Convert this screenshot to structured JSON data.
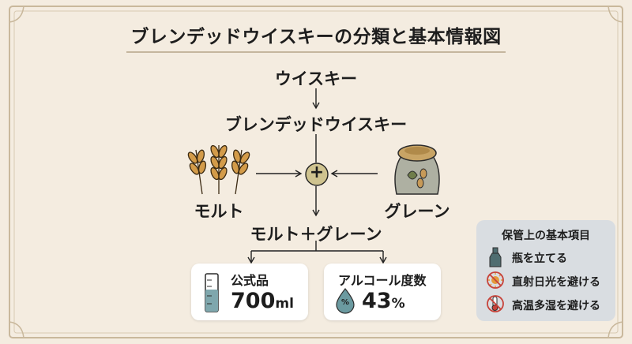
{
  "title": "ブレンデッドウイスキーの分類と基本情報図",
  "nodes": {
    "whisky": "ウイスキー",
    "blended": "ブレンデッドウイスキー",
    "malt": "モルト",
    "grain": "グレーン",
    "combined": "モルト＋グレーン"
  },
  "operator_symbol": "+",
  "cards": {
    "volume": {
      "title": "公式品",
      "value": "700",
      "unit": "ml"
    },
    "abv": {
      "title": "アルコール度数",
      "value": "43",
      "unit": "%",
      "icon_text": "%"
    }
  },
  "storage": {
    "title": "保管上の基本項目",
    "items": [
      {
        "label": "瓶を立てる",
        "icon": "bottle-icon"
      },
      {
        "label": "直射日光を避ける",
        "icon": "no-sunlight-icon"
      },
      {
        "label": "高温多湿を避ける",
        "icon": "no-heat-icon"
      }
    ]
  },
  "colors": {
    "background": "#f4ece0",
    "frame": "#c9b89c",
    "operator_fill": "#cfc38f",
    "bottle": "#4f6d70",
    "drop": "#6b9aa0",
    "prohibit": "#c7433a"
  }
}
